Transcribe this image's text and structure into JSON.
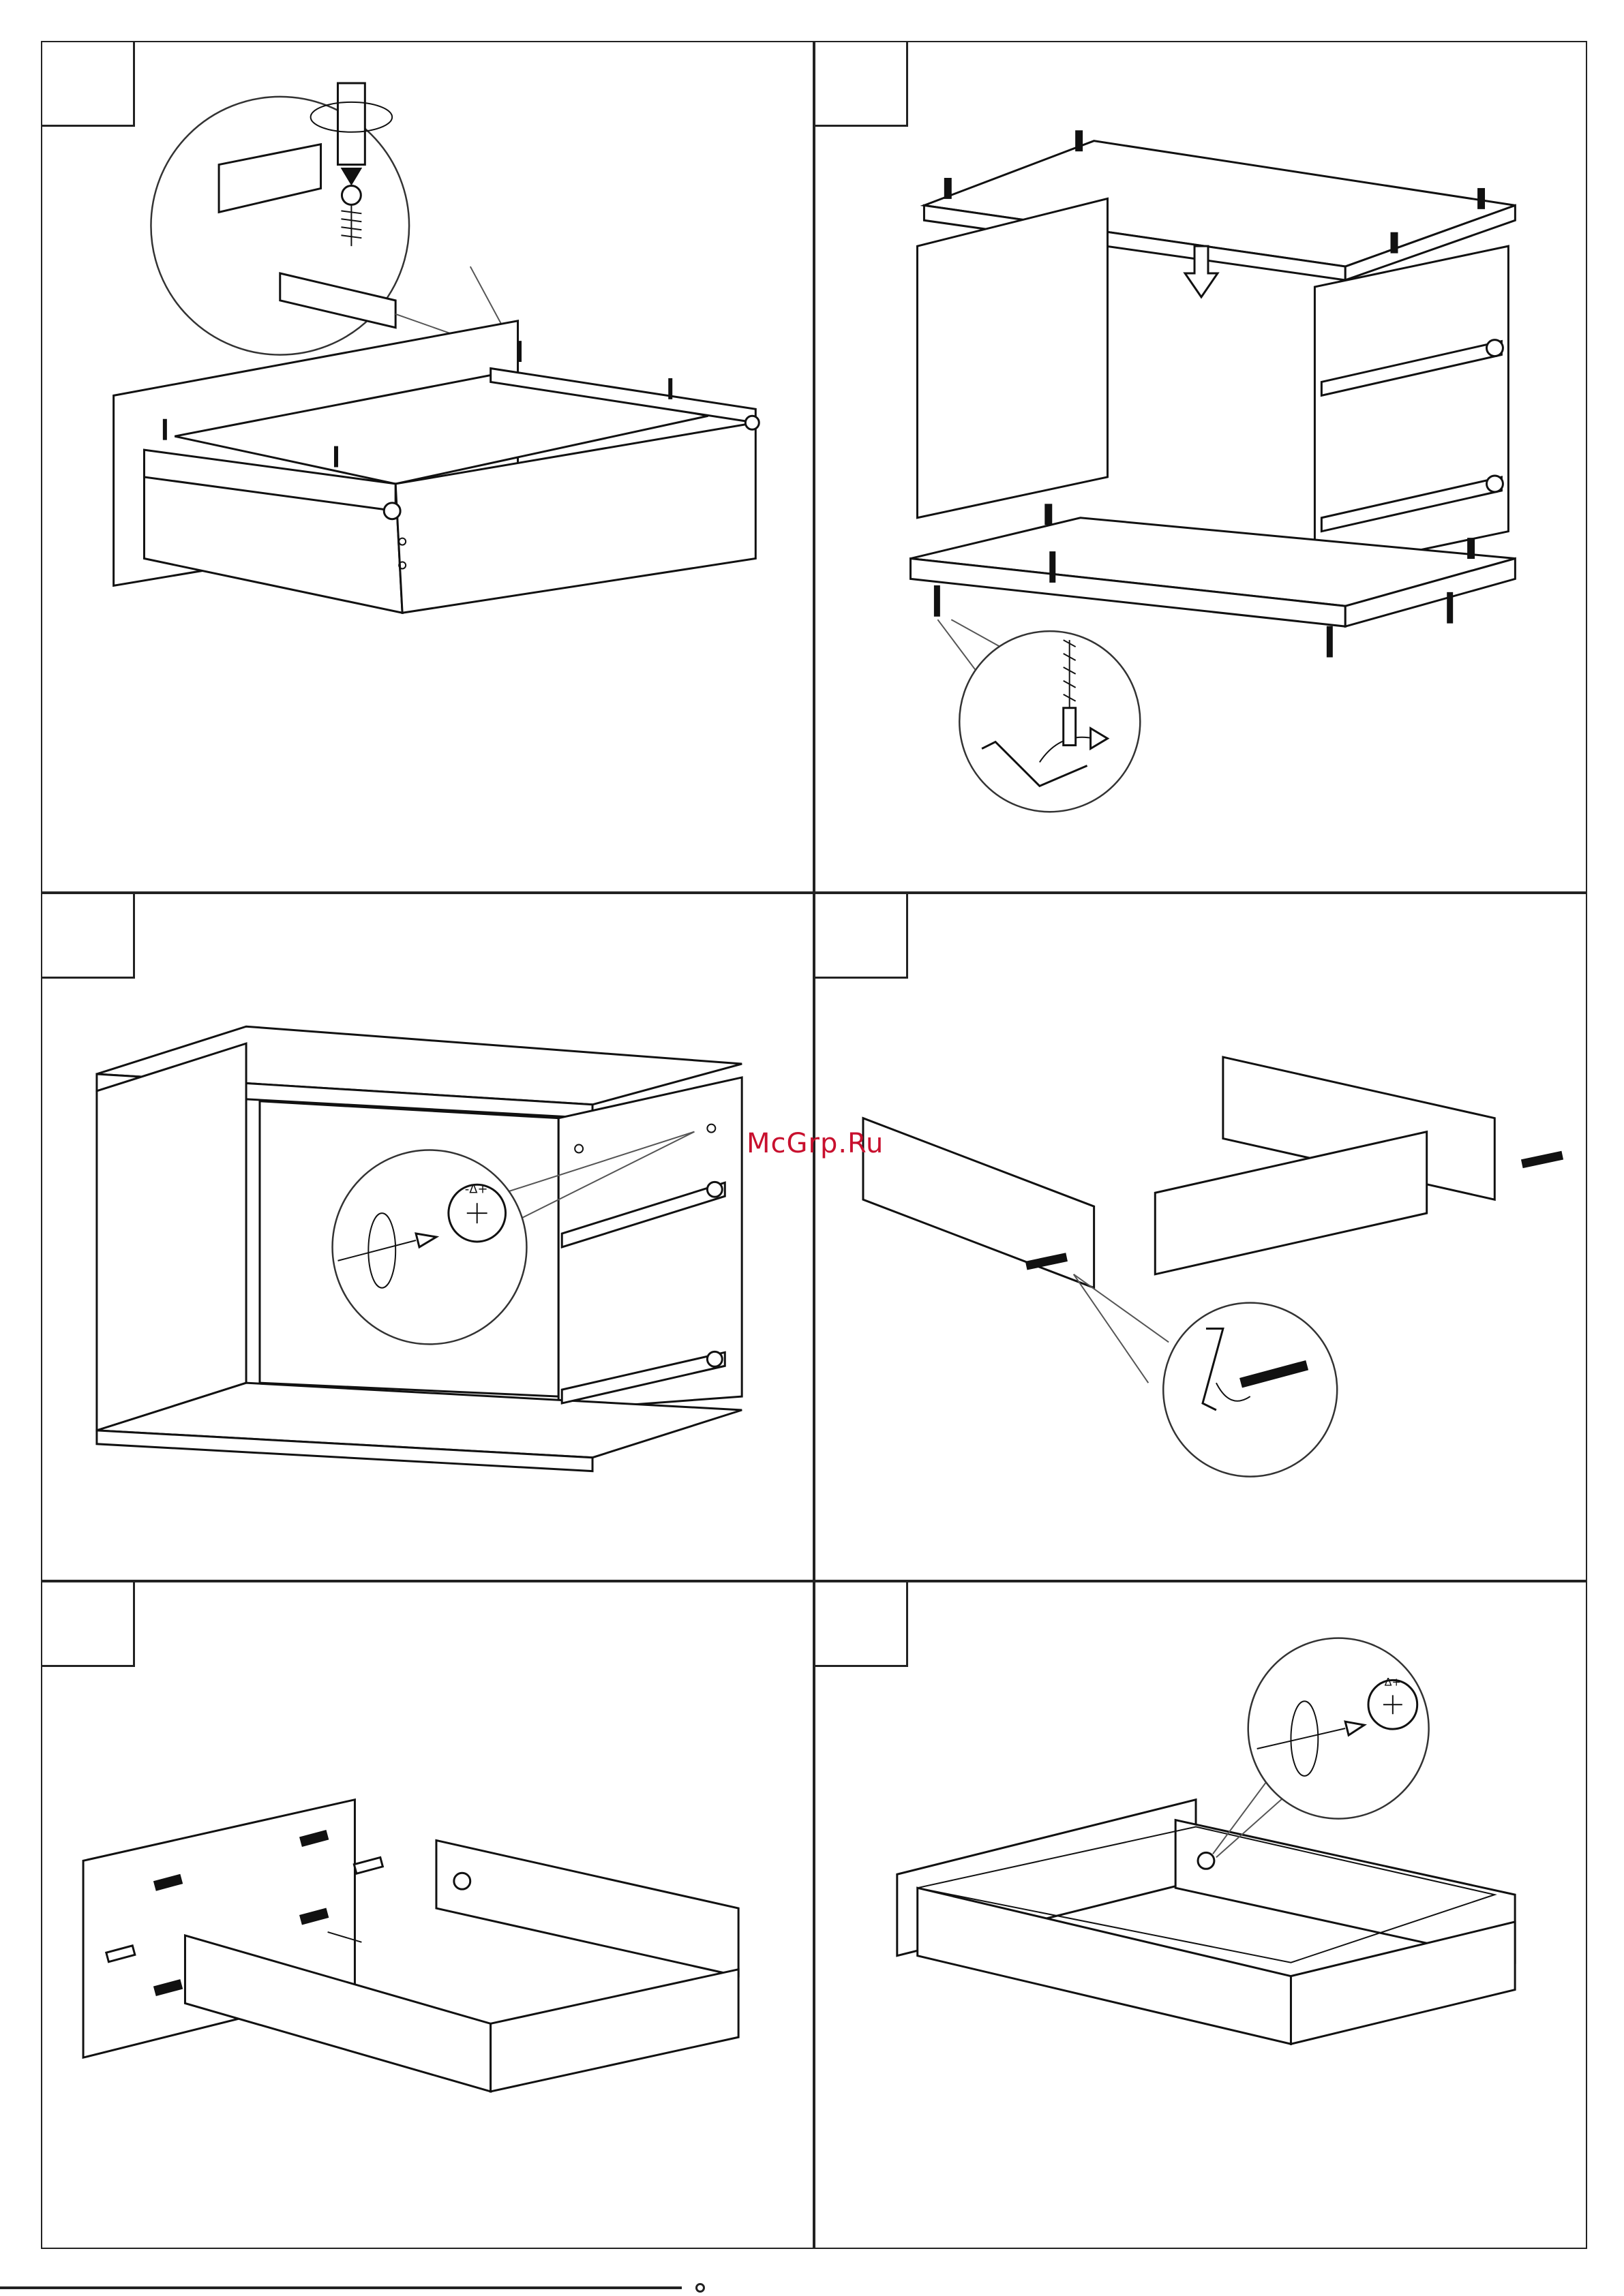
{
  "watermark": "McGrp.Ru",
  "steps": [
    {
      "id": "step-1",
      "number": "",
      "description": ""
    },
    {
      "id": "step-2",
      "number": "",
      "description": ""
    },
    {
      "id": "step-3",
      "number": "",
      "description": ""
    },
    {
      "id": "step-4",
      "number": "",
      "description": ""
    },
    {
      "id": "step-5",
      "number": "",
      "description": ""
    },
    {
      "id": "step-6",
      "number": "",
      "description": ""
    }
  ],
  "detail_callouts": {
    "cam_lock_symbol": "-Δ+"
  },
  "icons": [
    "screwdriver-icon",
    "screw-icon",
    "allen-key-icon",
    "cam-lock-icon",
    "dowel-icon",
    "arrow-down-icon",
    "rotate-arrow-icon"
  ]
}
